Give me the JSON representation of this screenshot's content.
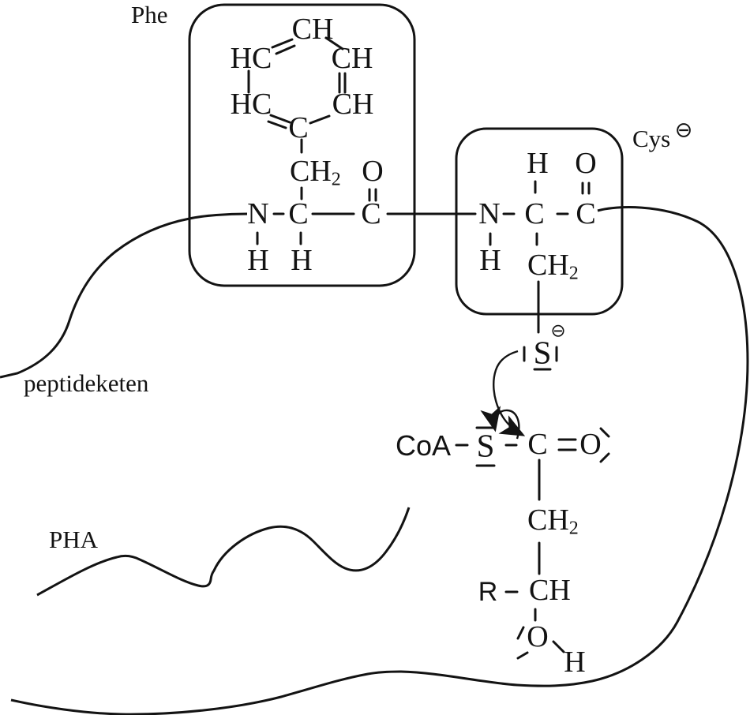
{
  "colors": {
    "ink": "#131313",
    "background": "#ffffff"
  },
  "labels": {
    "phe": "Phe",
    "cys": "Cys",
    "cys_charge": "⊖",
    "peptide_chain": "peptideketen",
    "pha": "PHA"
  },
  "phe": {
    "ring": {
      "top": "CH",
      "upper_left": "HC",
      "upper_right": "CH",
      "lower_left": "HC",
      "lower_right": "CH",
      "bottom": "C"
    },
    "ch2": {
      "base": "CH",
      "sub": "2"
    },
    "o": "O",
    "n": "N",
    "c_alpha": "C",
    "c_carbonyl": "C",
    "h_on_n": "H",
    "h_on_alpha": "H"
  },
  "cys": {
    "h_on_alpha": "H",
    "o": "O",
    "n": "N",
    "c_alpha": "C",
    "c_carbonyl": "C",
    "h_on_n": "H",
    "ch2": {
      "base": "CH",
      "sub": "2"
    },
    "s": "S",
    "s_charge": "⊖"
  },
  "thioester": {
    "coa": "CoA",
    "s": "S",
    "c": "C",
    "o": "O"
  },
  "hydroxyacyl": {
    "ch2": {
      "base": "CH",
      "sub": "2"
    },
    "r": "R",
    "ch": "CH",
    "o": "O",
    "h": "H"
  }
}
